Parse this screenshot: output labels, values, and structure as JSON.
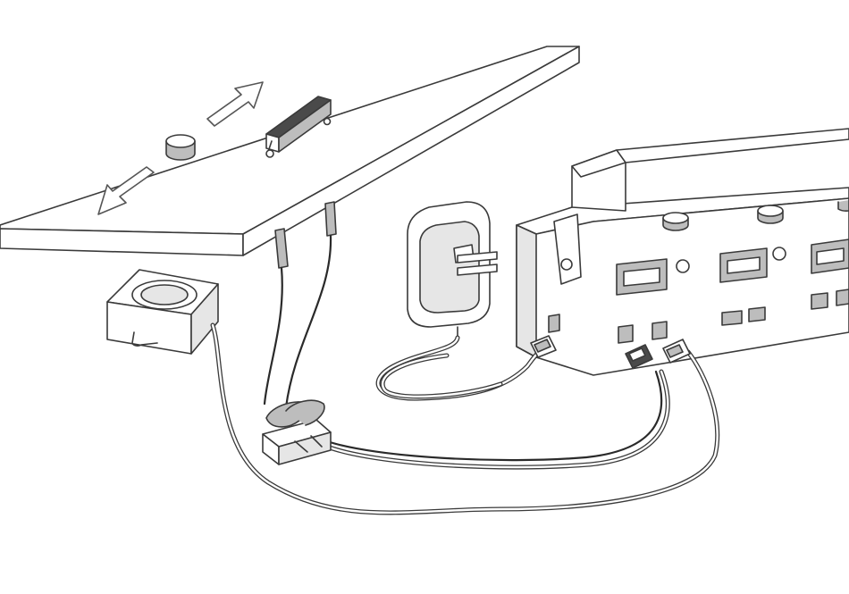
{
  "diagram": {
    "kind": "line-art illustration, no text labels",
    "components": [
      {
        "id": "table-surface",
        "label": ""
      },
      {
        "id": "magnet-puck",
        "label": ""
      },
      {
        "id": "reed-switch-sensor",
        "label": ""
      },
      {
        "id": "direction-arrows",
        "label": ""
      },
      {
        "id": "speaker-box",
        "label": ""
      },
      {
        "id": "power-adapter",
        "label": ""
      },
      {
        "id": "controller-hub",
        "label": ""
      },
      {
        "id": "wire-connector-block",
        "label": ""
      }
    ],
    "colors": {
      "line": "#3a3a3a",
      "fill_light": "#e6e6e6",
      "fill_mid": "#bdbdbd",
      "fill_dark": "#4a4a4a",
      "background": "#ffffff"
    }
  }
}
